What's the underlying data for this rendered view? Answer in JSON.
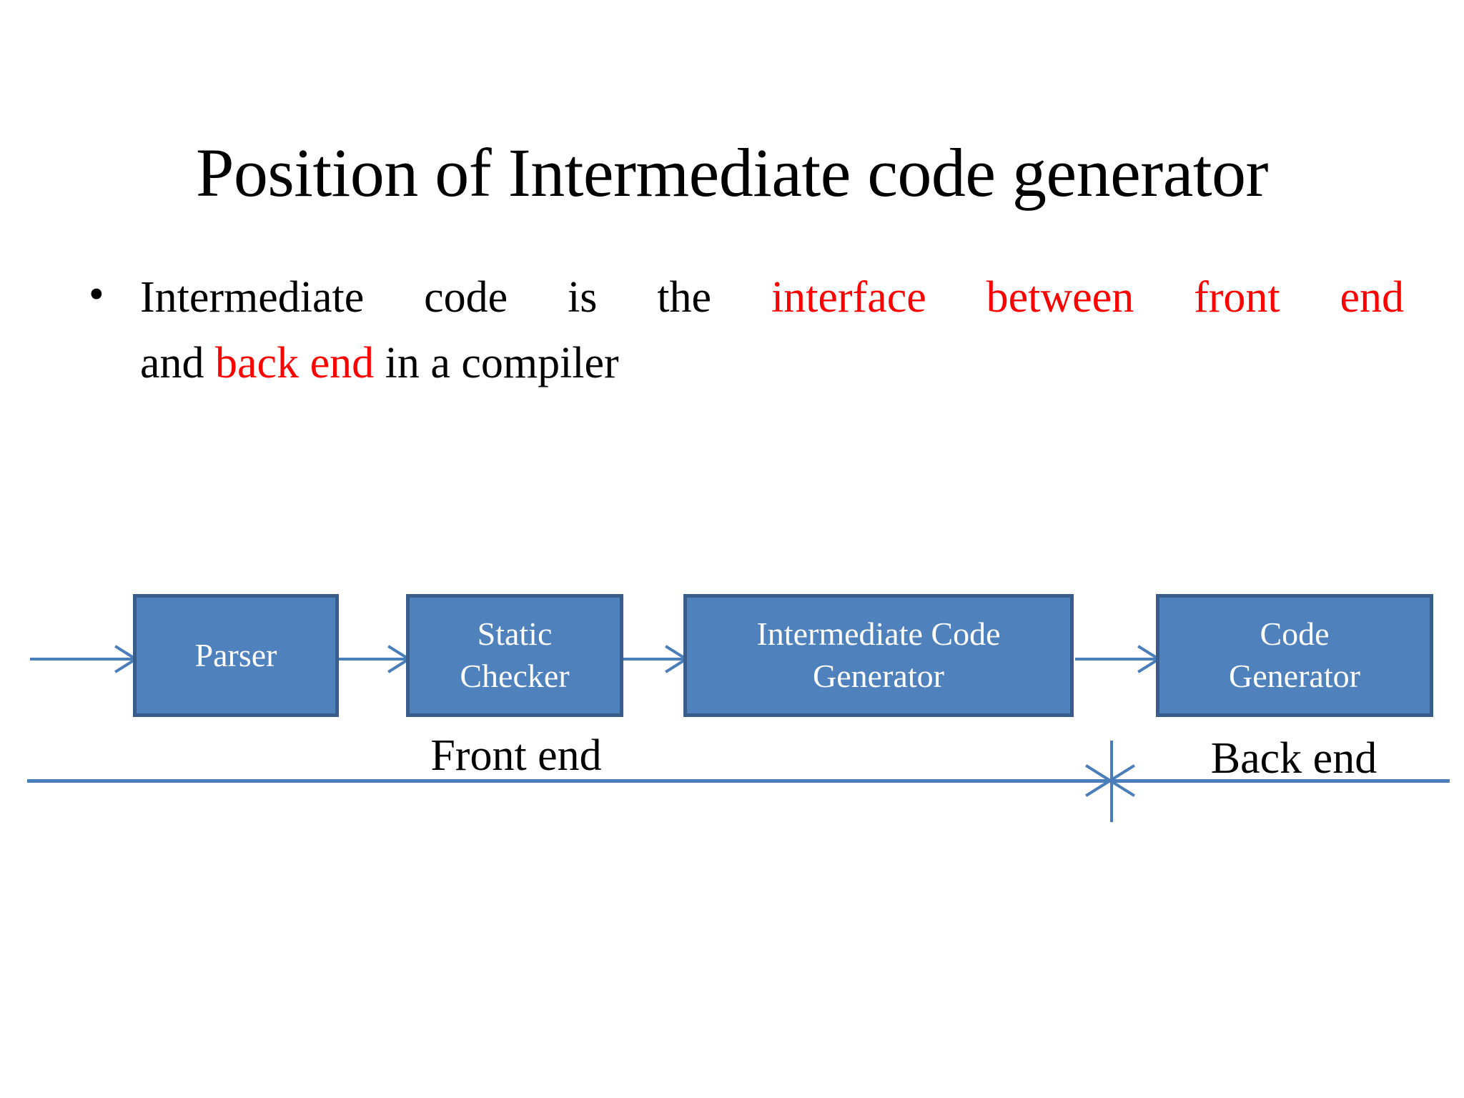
{
  "slide": {
    "title": "Position of Intermediate code generator",
    "background_color": "#FFFFFF"
  },
  "body": {
    "bullet_marker": "•",
    "line1_part1": "Intermediate code is the ",
    "line1_highlight": "interface between front end",
    "line2_part1": "and ",
    "line2_highlight": "back end",
    "line2_part2": " in a compiler",
    "highlight_color": "#FF0000",
    "text_color": "#000000"
  },
  "diagram": {
    "box_fill": "#4F81BD",
    "box_border": "#385D8A",
    "box_text_color": "#FFFFFF",
    "connector_color": "#4A7EBB",
    "boxes": [
      {
        "id": "parser",
        "label": "Parser"
      },
      {
        "id": "static-checker",
        "label_line1": "Static",
        "label_line2": "Checker"
      },
      {
        "id": "intermediate-code-generator",
        "label_line1": "Intermediate Code",
        "label_line2": "Generator"
      },
      {
        "id": "code-generator",
        "label_line1": "Code",
        "label_line2": "Generator"
      }
    ],
    "span_labels": {
      "front_end": "Front end",
      "back_end": "Back end"
    },
    "connectors": [
      {
        "id": "input-arrow",
        "from": "input",
        "to": "parser"
      },
      {
        "id": "parser-to-static",
        "from": "parser",
        "to": "static-checker"
      },
      {
        "id": "static-to-icg",
        "from": "static-checker",
        "to": "intermediate-code-generator"
      },
      {
        "id": "icg-to-codegen",
        "from": "intermediate-code-generator",
        "to": "code-generator"
      }
    ]
  }
}
